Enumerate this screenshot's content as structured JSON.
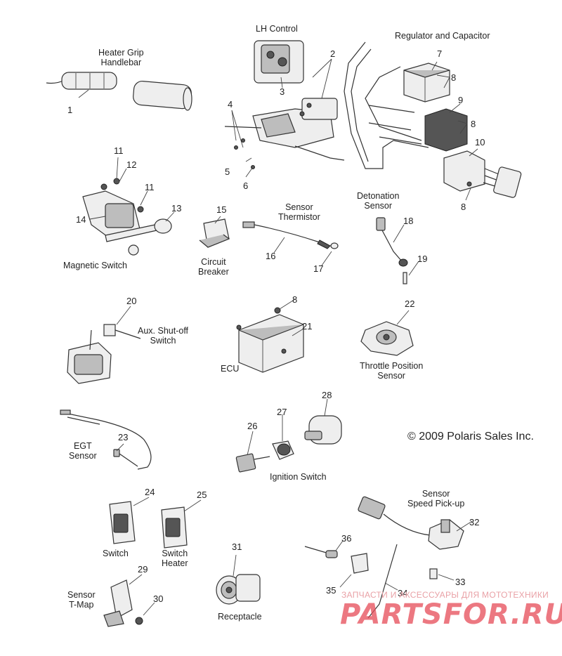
{
  "labels": {
    "heater_grip": "Heater Grip\nHandlebar",
    "lh_control": "LH Control",
    "regulator": "Regulator and Capacitor",
    "magnetic_switch": "Magnetic Switch",
    "circuit_breaker": "Circuit\nBreaker",
    "sensor_thermistor": "Sensor\nThermistor",
    "detonation_sensor": "Detonation\nSensor",
    "aux_shutoff": "Aux. Shut-off\nSwitch",
    "ecu": "ECU",
    "throttle_position": "Throttle Position\nSensor",
    "egt_sensor": "EGT\nSensor",
    "ignition_switch": "Ignition Switch",
    "speed_pickup": "Sensor\nSpeed Pick-up",
    "switch": "Switch",
    "switch_heater": "Switch\nHeater",
    "receptacle": "Receptacle",
    "tmap": "Sensor\nT-Map"
  },
  "copyright": "© 2009 Polaris Sales Inc.",
  "watermark": {
    "line1": "ЗАПЧАСТИ И АКСЕССУАРЫ ДЛЯ МОТОТЕХНИКИ",
    "logo": "PARTSFOR.RU",
    "color": "#e64b57"
  },
  "callouts": {
    "n1": "1",
    "n2": "2",
    "n3": "3",
    "n4": "4",
    "n5": "5",
    "n6": "6",
    "n7": "7",
    "n8a": "8",
    "n8b": "8",
    "n8c": "8",
    "n8d": "8",
    "n9": "9",
    "n10": "10",
    "n11a": "11",
    "n11b": "11",
    "n12": "12",
    "n13": "13",
    "n14": "14",
    "n15": "15",
    "n16": "16",
    "n17": "17",
    "n18": "18",
    "n19": "19",
    "n20": "20",
    "n21": "21",
    "n22": "22",
    "n23": "23",
    "n24": "24",
    "n25": "25",
    "n26": "26",
    "n27": "27",
    "n28": "28",
    "n29": "29",
    "n30": "30",
    "n31": "31",
    "n32": "32",
    "n33": "33",
    "n34": "34",
    "n35": "35",
    "n36": "36"
  }
}
